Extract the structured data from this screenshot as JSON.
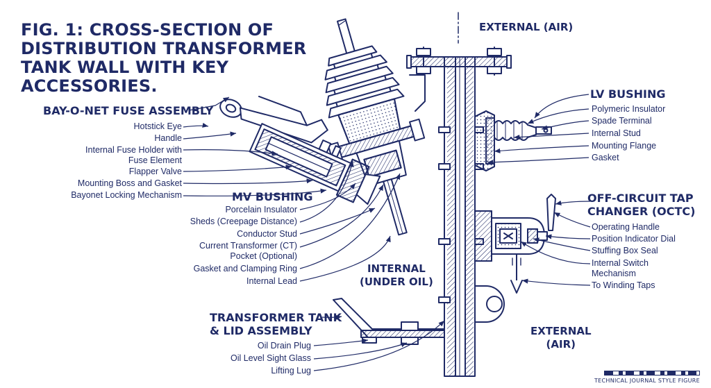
{
  "title_lines": [
    "FIG. 1: CROSS-SECTION OF",
    "DISTRIBUTION TRANSFORMER",
    "TANK WALL WITH KEY",
    "ACCESSORIES."
  ],
  "regions": {
    "external_top": "EXTERNAL (AIR)",
    "internal": [
      "INTERNAL",
      "(UNDER OIL)"
    ],
    "external_bottom": [
      "EXTERNAL",
      "(AIR)"
    ]
  },
  "bay_o_net": {
    "heading": "BAY-O-NET FUSE ASSEMBLY",
    "labels": [
      {
        "lines": [
          "Hotstick Eye"
        ]
      },
      {
        "lines": [
          "Handle"
        ]
      },
      {
        "lines": [
          "Internal Fuse Holder with",
          "Fuse Element"
        ]
      },
      {
        "lines": [
          "Flapper Valve"
        ]
      },
      {
        "lines": [
          "Mounting Boss and Gasket"
        ]
      },
      {
        "lines": [
          "Bayonet Locking Mechanism"
        ]
      }
    ]
  },
  "mv_bushing": {
    "heading": "MV BUSHING",
    "labels": [
      {
        "lines": [
          "Porcelain Insulator"
        ]
      },
      {
        "lines": [
          "Sheds (Creepage Distance)"
        ]
      },
      {
        "lines": [
          "Conductor Stud"
        ]
      },
      {
        "lines": [
          "Current Transformer (CT)",
          "Pocket (Optional)"
        ]
      },
      {
        "lines": [
          "Gasket and Clamping Ring"
        ]
      },
      {
        "lines": [
          "Internal Lead"
        ]
      }
    ]
  },
  "lv_bushing": {
    "heading": "LV BUSHING",
    "labels": [
      {
        "lines": [
          "Polymeric Insulator"
        ]
      },
      {
        "lines": [
          "Spade Terminal"
        ]
      },
      {
        "lines": [
          "Internal Stud"
        ]
      },
      {
        "lines": [
          "Mounting Flange"
        ]
      },
      {
        "lines": [
          "Gasket"
        ]
      }
    ]
  },
  "octc": {
    "heading": [
      "OFF-CIRCUIT TAP",
      "CHANGER (OCTC)"
    ],
    "labels": [
      {
        "lines": [
          "Operating Handle"
        ]
      },
      {
        "lines": [
          "Position Indicator Dial"
        ]
      },
      {
        "lines": [
          "Stuffing Box Seal"
        ]
      },
      {
        "lines": [
          "Internal Switch",
          "Mechanism"
        ]
      },
      {
        "lines": [
          "To Winding Taps"
        ]
      }
    ]
  },
  "tank": {
    "heading": [
      "TRANSFORMER TANK",
      "& LID ASSEMBLY"
    ],
    "labels": [
      {
        "lines": [
          "Oil Drain Plug"
        ]
      },
      {
        "lines": [
          "Oil Level Sight Glass"
        ]
      },
      {
        "lines": [
          "Lifting Lug"
        ]
      }
    ]
  },
  "footer": "TECHNICAL JOURNAL STYLE FIGURE",
  "colors": {
    "ink": "#1f2a66",
    "hatch": "#9aa6d0",
    "paper": "#ffffff"
  }
}
